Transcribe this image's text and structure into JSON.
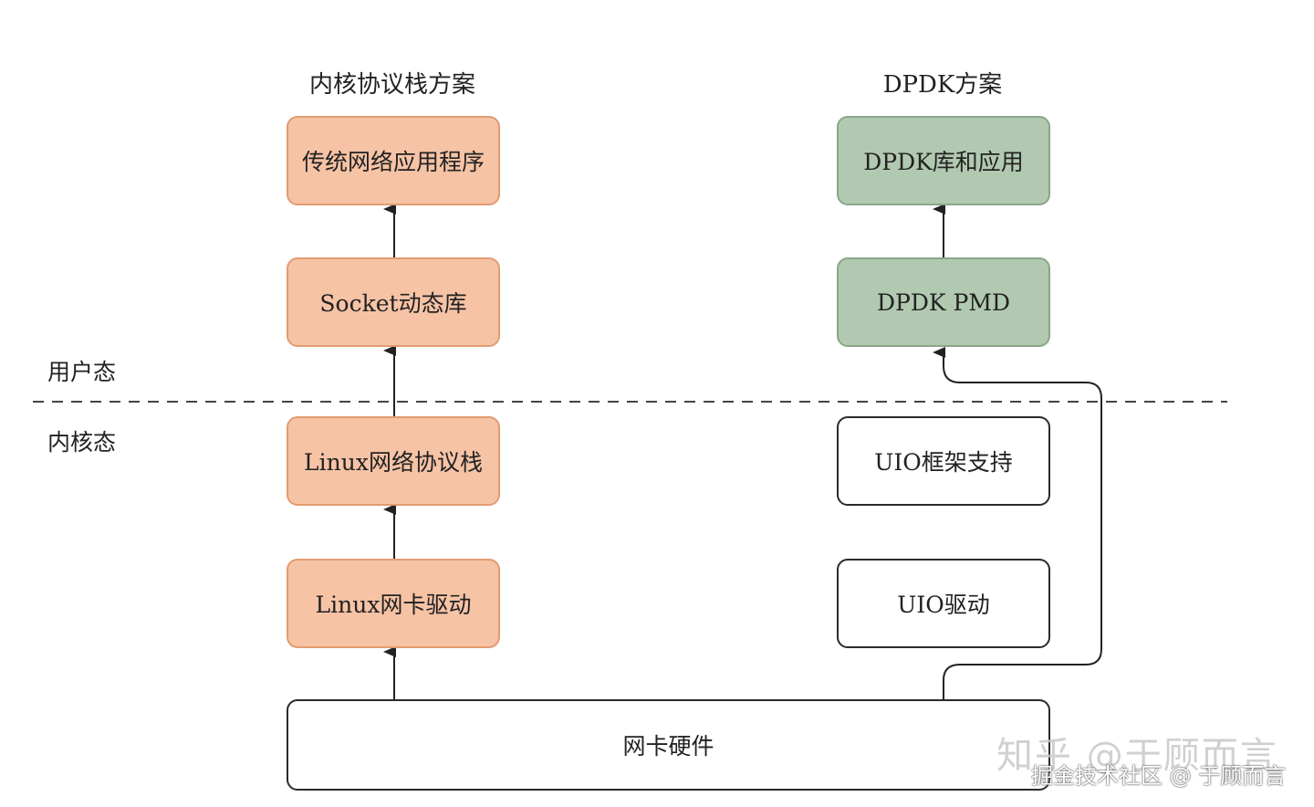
{
  "titles": {
    "kernel_stack": "内核协议栈方案",
    "dpdk": "DPDK方案"
  },
  "zones": {
    "user": "用户态",
    "kernel": "内核态"
  },
  "nodes": {
    "traditional_app": "传统网络应用程序",
    "socket_lib": "Socket动态库",
    "linux_stack": "Linux网络协议栈",
    "linux_driver": "Linux网卡驱动",
    "dpdk_lib_app": "DPDK库和应用",
    "dpdk_pmd": "DPDK PMD",
    "uio_framework": "UIO框架支持",
    "uio_driver": "UIO驱动",
    "nic_hardware": "网卡硬件"
  },
  "colors": {
    "orange_fill": "#f6c3a5",
    "orange_border": "#e39b70",
    "green_fill": "#b2c9b1",
    "green_border": "#8aa689",
    "line": "#333333"
  },
  "watermarks": {
    "zhihu": "知乎 @于顾而言",
    "juejin": "掘金技术社区 @ 于顾而言"
  }
}
